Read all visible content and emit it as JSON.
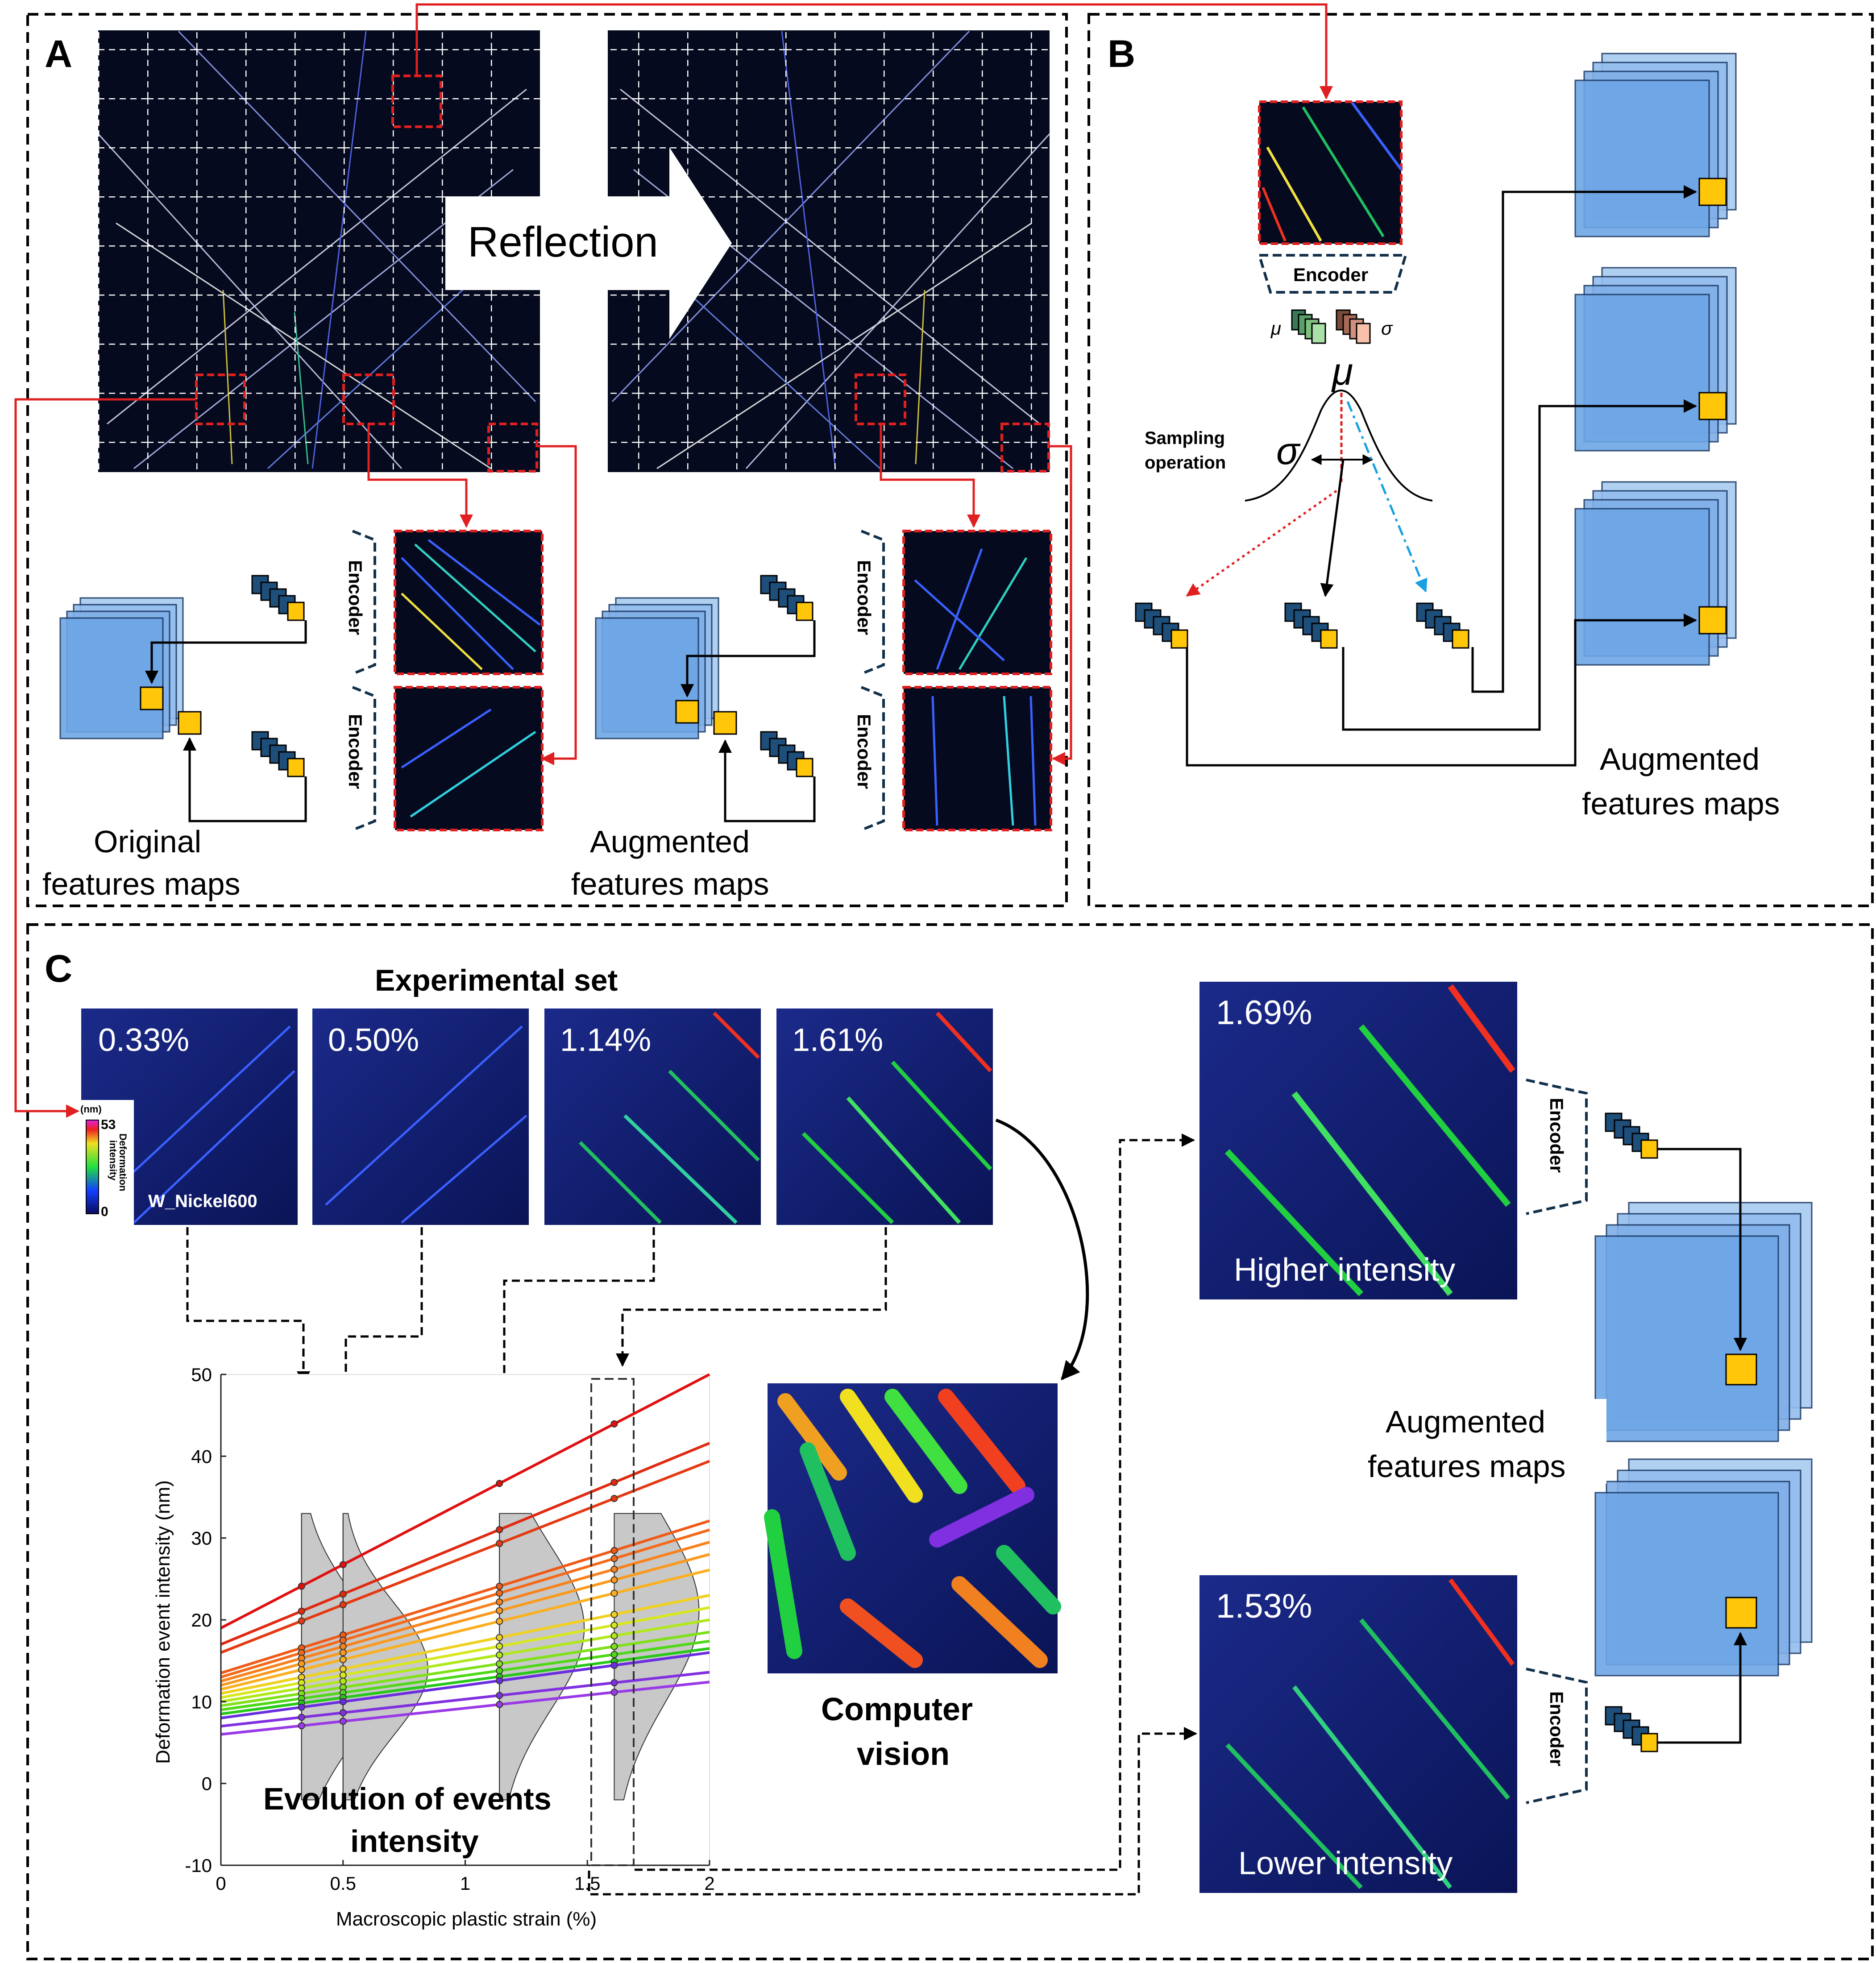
{
  "panels": {
    "a_label": "A",
    "b_label": "B",
    "c_label": "C"
  },
  "panel_a": {
    "arrow_label": "Reflection",
    "encoder_label": "Encoder",
    "original_label_line1": "Original",
    "original_label_line2": "features maps",
    "augmented_label_line1": "Augmented",
    "augmented_label_line2": "features maps"
  },
  "panel_b": {
    "encoder_label": "Encoder",
    "mu_symbol": "μ",
    "sigma_symbol": "σ",
    "sampling_line1": "Sampling",
    "sampling_line2": "operation",
    "augmented_label_line1": "Augmented",
    "augmented_label_line2": "features maps"
  },
  "panel_c": {
    "experimental_title": "Experimental set",
    "strains": [
      "0.33%",
      "0.50%",
      "1.14%",
      "1.61%"
    ],
    "colorbar_unit": "(nm)",
    "colorbar_max": "53",
    "colorbar_min": "0",
    "colorbar_title_line1": "Deformation",
    "colorbar_title_line2": "intensity",
    "sample_name": "W_Nickel600",
    "higher_strain": "1.69%",
    "higher_caption": "Higher intensity",
    "lower_strain": "1.53%",
    "lower_caption": "Lower intensity",
    "encoder_label": "Encoder",
    "augmented_label_line1": "Augmented",
    "augmented_label_line2": "features maps",
    "cv_label_line1": "Computer",
    "cv_label_line2": "vision",
    "evolution_line1": "Evolution of events",
    "evolution_line2": "intensity"
  },
  "colors": {
    "red_arrow": "#e02020",
    "blue_map": "#6ea6e6",
    "yellow_square": "#ffc60a",
    "dark_bg": "#050a1e"
  },
  "chart_data": {
    "type": "line",
    "xlabel": "Macroscopic plastic strain (%)",
    "ylabel": "Deformation event intensity (nm)",
    "xlim": [
      0,
      2
    ],
    "ylim": [
      -10,
      50
    ],
    "xticks": [
      "0",
      "0.5",
      "1",
      "1.5",
      "2"
    ],
    "yticks": [
      "50",
      "40",
      "30",
      "20",
      "10",
      "0",
      "-10"
    ],
    "grid": false,
    "distribution_strains": [
      0.33,
      0.5,
      1.14,
      1.61
    ],
    "series": [
      {
        "color": "#e01010",
        "intercept": 19.0,
        "slope": 15.5
      },
      {
        "color": "#e02a10",
        "intercept": 17.0,
        "slope": 12.3
      },
      {
        "color": "#e43a12",
        "intercept": 16.0,
        "slope": 11.7
      },
      {
        "color": "#f05a18",
        "intercept": 13.5,
        "slope": 9.3
      },
      {
        "color": "#f46a1a",
        "intercept": 13.0,
        "slope": 9.0
      },
      {
        "color": "#f8821c",
        "intercept": 12.5,
        "slope": 8.5
      },
      {
        "color": "#f99a1e",
        "intercept": 12.0,
        "slope": 8.0
      },
      {
        "color": "#fab020",
        "intercept": 11.5,
        "slope": 7.3
      },
      {
        "color": "#f0d020",
        "intercept": 11.0,
        "slope": 6.0
      },
      {
        "color": "#d8e820",
        "intercept": 10.5,
        "slope": 5.5
      },
      {
        "color": "#b0e81c",
        "intercept": 10.0,
        "slope": 5.0
      },
      {
        "color": "#80e01a",
        "intercept": 9.5,
        "slope": 4.5
      },
      {
        "color": "#50d818",
        "intercept": 9.0,
        "slope": 4.2
      },
      {
        "color": "#28c818",
        "intercept": 8.5,
        "slope": 4.0
      },
      {
        "color": "#6a2ee0",
        "intercept": 8.0,
        "slope": 4.0
      },
      {
        "color": "#8030e0",
        "intercept": 7.0,
        "slope": 3.3
      },
      {
        "color": "#9a3ae6",
        "intercept": 6.0,
        "slope": 3.2
      }
    ]
  }
}
